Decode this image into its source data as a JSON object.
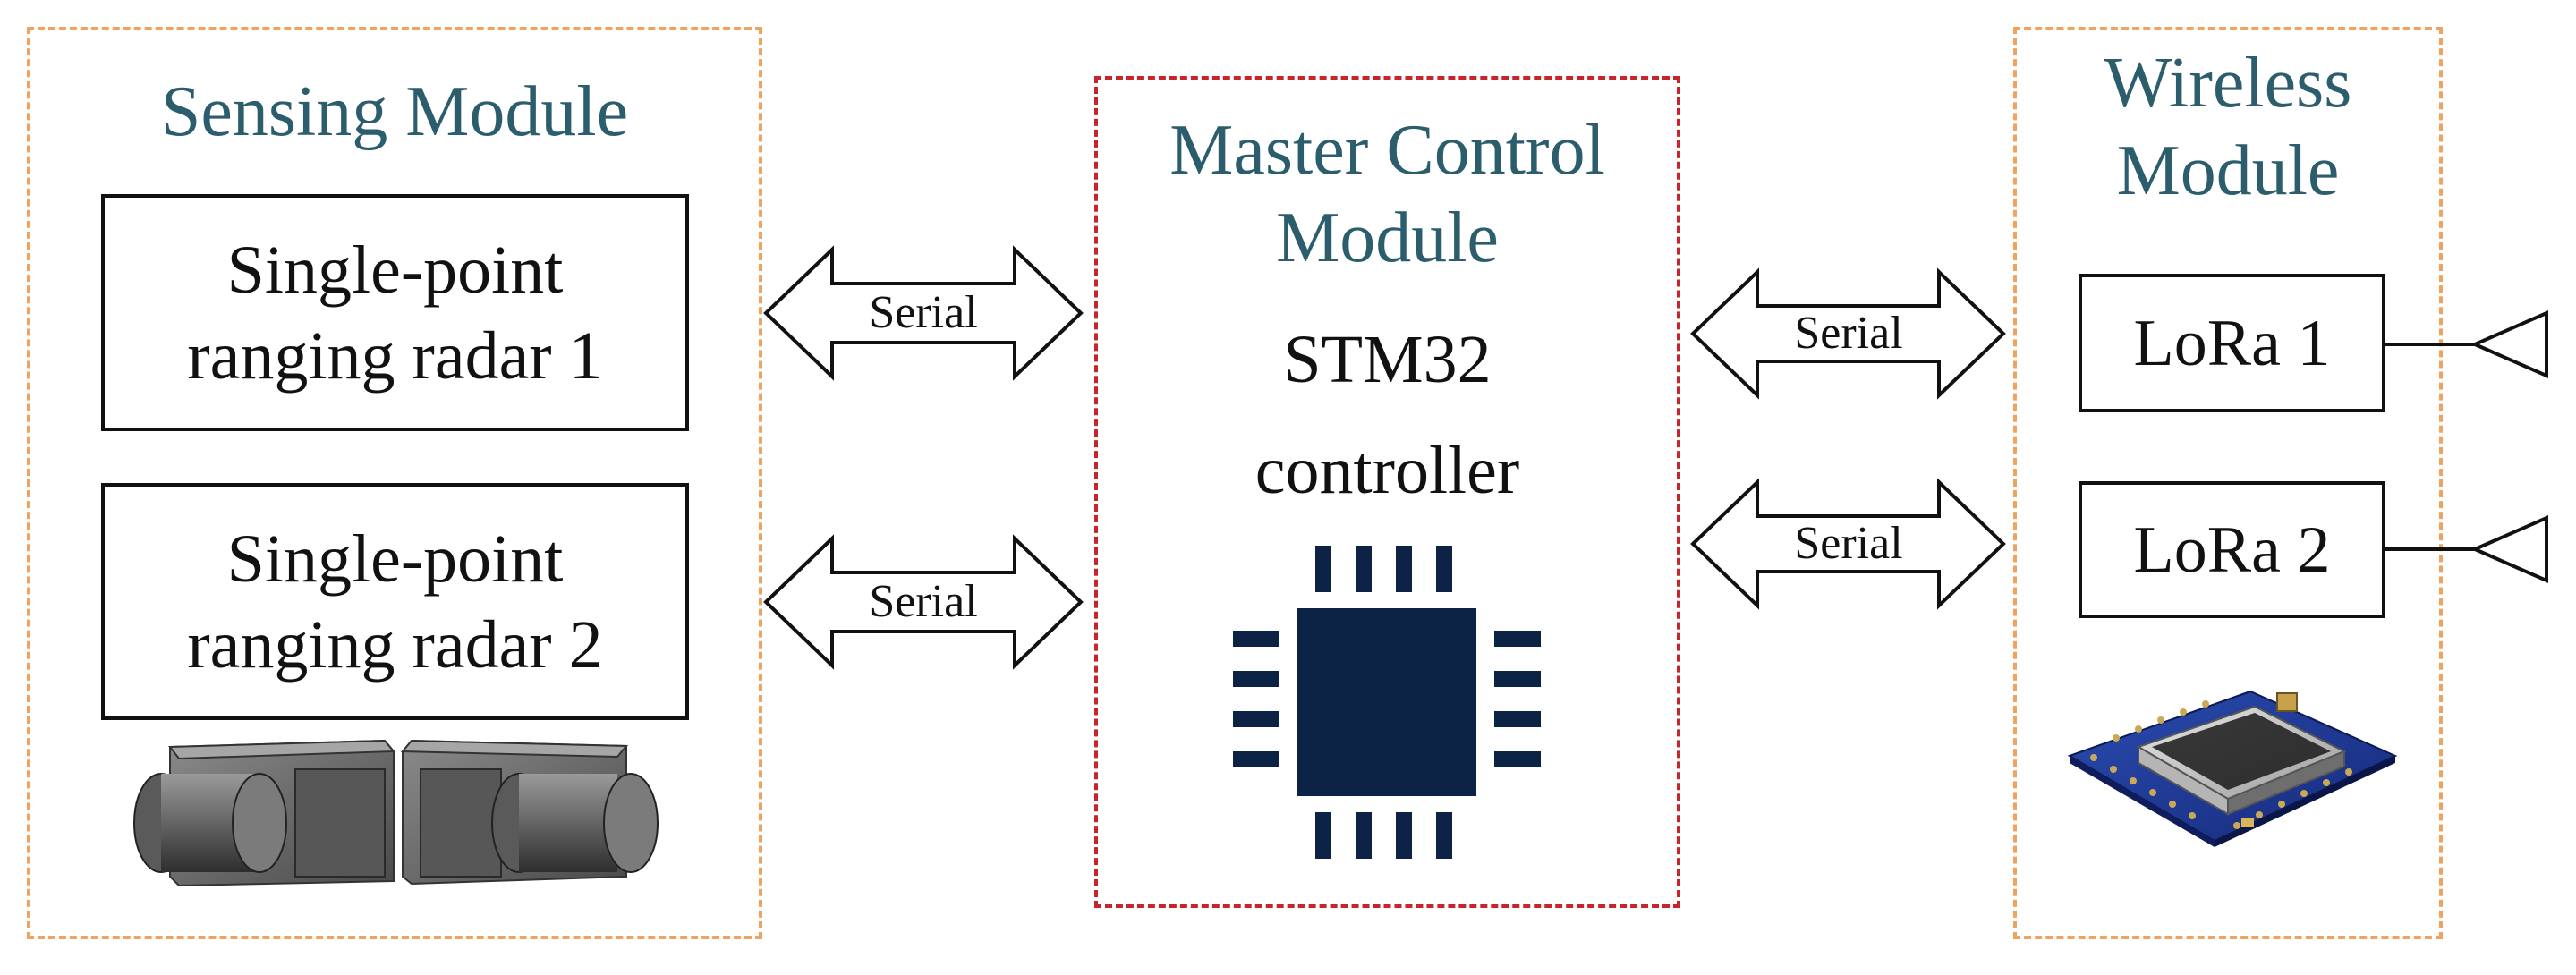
{
  "modules": {
    "sensing": {
      "title": "Sensing Module",
      "radar1_line1": "Single-point",
      "radar1_line2": "ranging radar 1",
      "radar2_line1": "Single-point",
      "radar2_line2": "ranging radar 2"
    },
    "master": {
      "title_line1": "Master Control",
      "title_line2": "Module",
      "controller_line1": "STM32",
      "controller_line2": "controller"
    },
    "wireless": {
      "title_line1": "Wireless",
      "title_line2": "Module",
      "lora1": "LoRa 1",
      "lora2": "LoRa 2"
    }
  },
  "links": [
    {
      "label": "Serial"
    },
    {
      "label": "Serial"
    },
    {
      "label": "Serial"
    },
    {
      "label": "Serial"
    }
  ],
  "colors": {
    "sensing_border": "#f0a35e",
    "master_border": "#c8242b",
    "wireless_border": "#f0a35e",
    "title_text": "#2b5d6d",
    "chip": "#0d2346",
    "radar_body": "#6b6b6b",
    "lora_board": "#1f3c94"
  },
  "icons": {
    "chip": "microcontroller-chip-icon",
    "radar": "radar-sensor-image",
    "lora_board": "lora-board-image",
    "antenna": "antenna-icon"
  }
}
